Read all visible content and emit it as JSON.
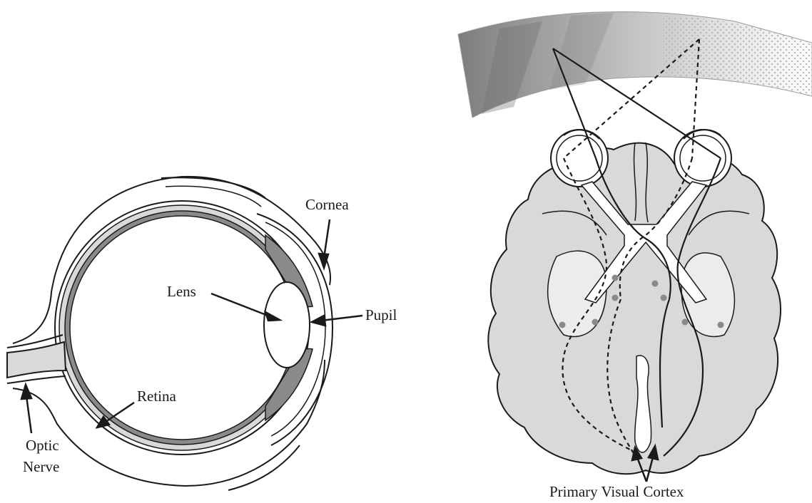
{
  "eye_diagram": {
    "labels": {
      "cornea": "Cornea",
      "lens": "Lens",
      "pupil": "Pupil",
      "retina": "Retina",
      "optic_nerve_line1": "Optic",
      "optic_nerve_line2": "Nerve"
    }
  },
  "brain_diagram": {
    "labels": {
      "primary_visual_cortex": "Primary Visual Cortex"
    }
  },
  "colors": {
    "line": "#1a1a1a",
    "tissue_fill": "#d9d9d9",
    "dark_fill": "#8a8a8a",
    "visual_field_dark": "#8c8c8c",
    "visual_field_light": "#d8d8d8"
  }
}
